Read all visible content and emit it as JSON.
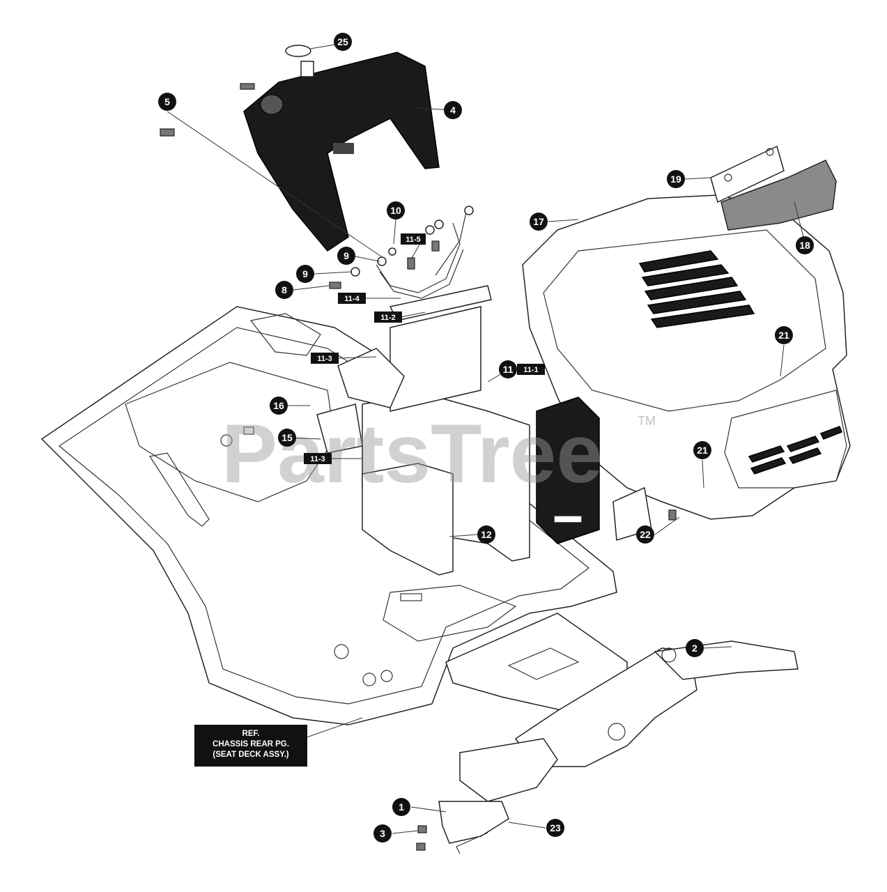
{
  "watermark": {
    "text": "PartsTree",
    "tm": "TM"
  },
  "reference_note": {
    "line1": "REF.",
    "line2": "CHASSIS REAR PG.",
    "line3": "(SEAT DECK ASSY.)"
  },
  "callouts": [
    "1",
    "2",
    "3",
    "4",
    "5",
    "8",
    "9",
    "9",
    "10",
    "11",
    "12",
    "15",
    "16",
    "17",
    "18",
    "19",
    "21",
    "21",
    "22",
    "23",
    "25"
  ],
  "tags": [
    "11-1",
    "11-2",
    "11-3",
    "11-3",
    "11-4",
    "11-5"
  ],
  "colors": {
    "ink": "#111111",
    "background": "#ffffff",
    "watermark": "#9a9a9a"
  }
}
